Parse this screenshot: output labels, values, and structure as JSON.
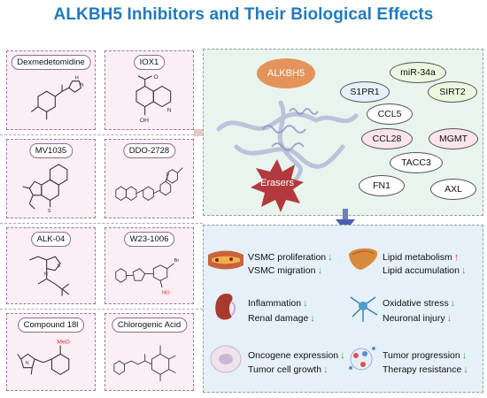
{
  "title": "ALKBH5 Inhibitors and Their Biological Effects",
  "inhibitors": [
    {
      "name": "Dexmedetomidine"
    },
    {
      "name": "IOX1"
    },
    {
      "name": "MV1035"
    },
    {
      "name": "DDO-2728"
    },
    {
      "name": "ALK-04"
    },
    {
      "name": "W23-1006"
    },
    {
      "name": "Compound 18l"
    },
    {
      "name": "Chlorogenic Acid"
    }
  ],
  "structure_labels": {
    "iox1_oh": "OH",
    "iox1_o": "O",
    "compound18l_ome": "MeO"
  },
  "enzyme": "ALKBH5",
  "erasers_label": "Erasers",
  "targets": [
    "miR-34a",
    "S1PR1",
    "SIRT2",
    "CCL5",
    "CCL28",
    "MGMT",
    "TACC3",
    "FN1",
    "AXL"
  ],
  "effects": {
    "row1": [
      {
        "text": "VSMC proliferation",
        "direction": "down"
      },
      {
        "text": "VSMC migration",
        "direction": "down"
      },
      {
        "text": "Lipid metabolism",
        "direction": "up"
      },
      {
        "text": "Lipid accumulation",
        "direction": "down"
      }
    ],
    "row2": [
      {
        "text": "Inflammation",
        "direction": "down"
      },
      {
        "text": "Renal damage",
        "direction": "down"
      },
      {
        "text": "Oxidative stress",
        "direction": "down"
      },
      {
        "text": "Neuronal injury",
        "direction": "down"
      }
    ],
    "row3": [
      {
        "text": "Oncogene expression",
        "direction": "down"
      },
      {
        "text": "Tumor cell growth",
        "direction": "down"
      },
      {
        "text": "Tumor progression",
        "direction": "down"
      },
      {
        "text": "Therapy resistance",
        "direction": "down"
      }
    ]
  },
  "arrows": {
    "down": "↓",
    "up": "↑"
  },
  "colors": {
    "title": "#1f7bc0",
    "alkbh5": "#e4935b",
    "erasers": "#b23a3f",
    "down_arrow": "#3aaa4a",
    "up_arrow": "#d93a3a"
  }
}
